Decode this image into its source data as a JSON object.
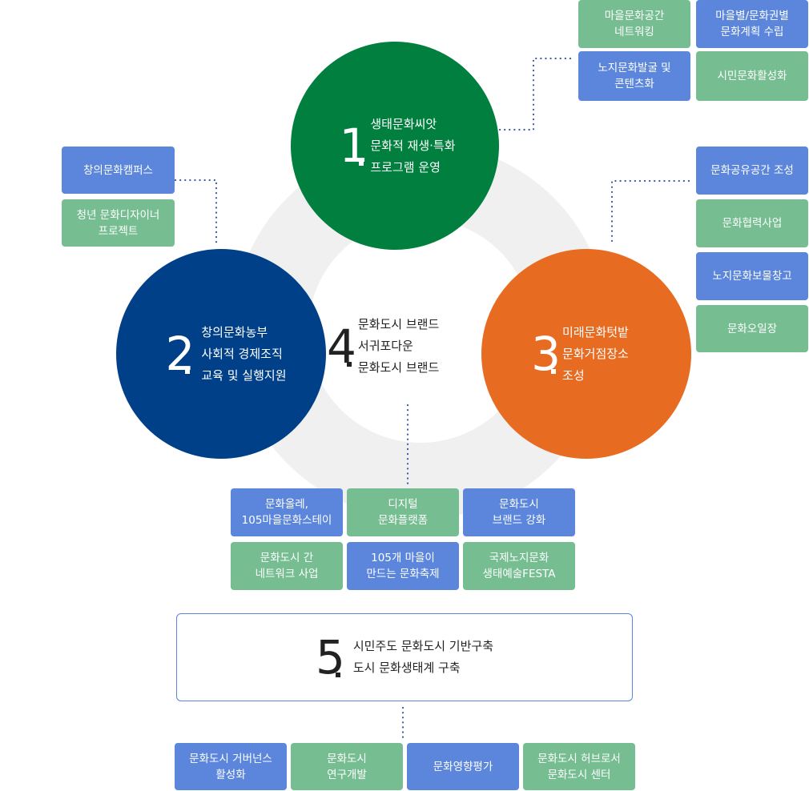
{
  "colors": {
    "green_circle": "#007f3e",
    "navy_circle": "#004088",
    "orange_circle": "#e86b22",
    "blue_box": "#5b86dc",
    "green_box": "#76be92",
    "ring": "#f0f0f0",
    "connector": "#3a5aa8"
  },
  "pillars": {
    "p1": {
      "number": "1",
      "lines": [
        "생태문화씨앗",
        "문화적 재생·특화",
        "프로그램 운영"
      ]
    },
    "p2": {
      "number": "2",
      "lines": [
        "창의문화농부",
        "사회적 경제조직",
        "교육 및 실행지원"
      ]
    },
    "p3": {
      "number": "3",
      "lines": [
        "미래문화텃밭",
        "문화거점장소",
        "조성"
      ]
    },
    "p4": {
      "number": "4",
      "lines": [
        "문화도시 브랜드",
        "서귀포다운",
        "문화도시 브랜드"
      ]
    },
    "p5": {
      "number": "5",
      "lines": [
        "시민주도 문화도시 기반구축",
        "도시 문화생태계 구축"
      ]
    }
  },
  "boxes": {
    "p1": [
      {
        "label": "마을문화공간\n네트워킹",
        "color": "green"
      },
      {
        "label": "마을별/문화권별\n문화계획 수립",
        "color": "blue"
      },
      {
        "label": "노지문화발굴 및\n콘텐츠화",
        "color": "blue"
      },
      {
        "label": "시민문화활성화",
        "color": "green"
      }
    ],
    "p2": [
      {
        "label": "창의문화캠퍼스",
        "color": "blue"
      },
      {
        "label": "청년 문화디자이너\n프로젝트",
        "color": "green"
      }
    ],
    "p3": [
      {
        "label": "문화공유공간 조성",
        "color": "blue"
      },
      {
        "label": "문화협력사업",
        "color": "green"
      },
      {
        "label": "노지문화보물창고",
        "color": "blue"
      },
      {
        "label": "문화오일장",
        "color": "green"
      }
    ],
    "p4": [
      {
        "label": "문화올레,\n105마을문화스테이",
        "color": "blue"
      },
      {
        "label": "디지털\n문화플랫폼",
        "color": "green"
      },
      {
        "label": "문화도시\n브랜드 강화",
        "color": "blue"
      },
      {
        "label": "문화도시 간\n네트워크 사업",
        "color": "green"
      },
      {
        "label": "105개 마을이\n만드는 문화축제",
        "color": "blue"
      },
      {
        "label": "국제노지문화\n생태예술FESTA",
        "color": "green"
      }
    ],
    "p5": [
      {
        "label": "문화도시 거버넌스\n활성화",
        "color": "blue"
      },
      {
        "label": "문화도시\n연구개발",
        "color": "green"
      },
      {
        "label": "문화영향평가",
        "color": "blue"
      },
      {
        "label": "문화도시 허브로서\n문화도시 센터",
        "color": "green"
      }
    ]
  }
}
